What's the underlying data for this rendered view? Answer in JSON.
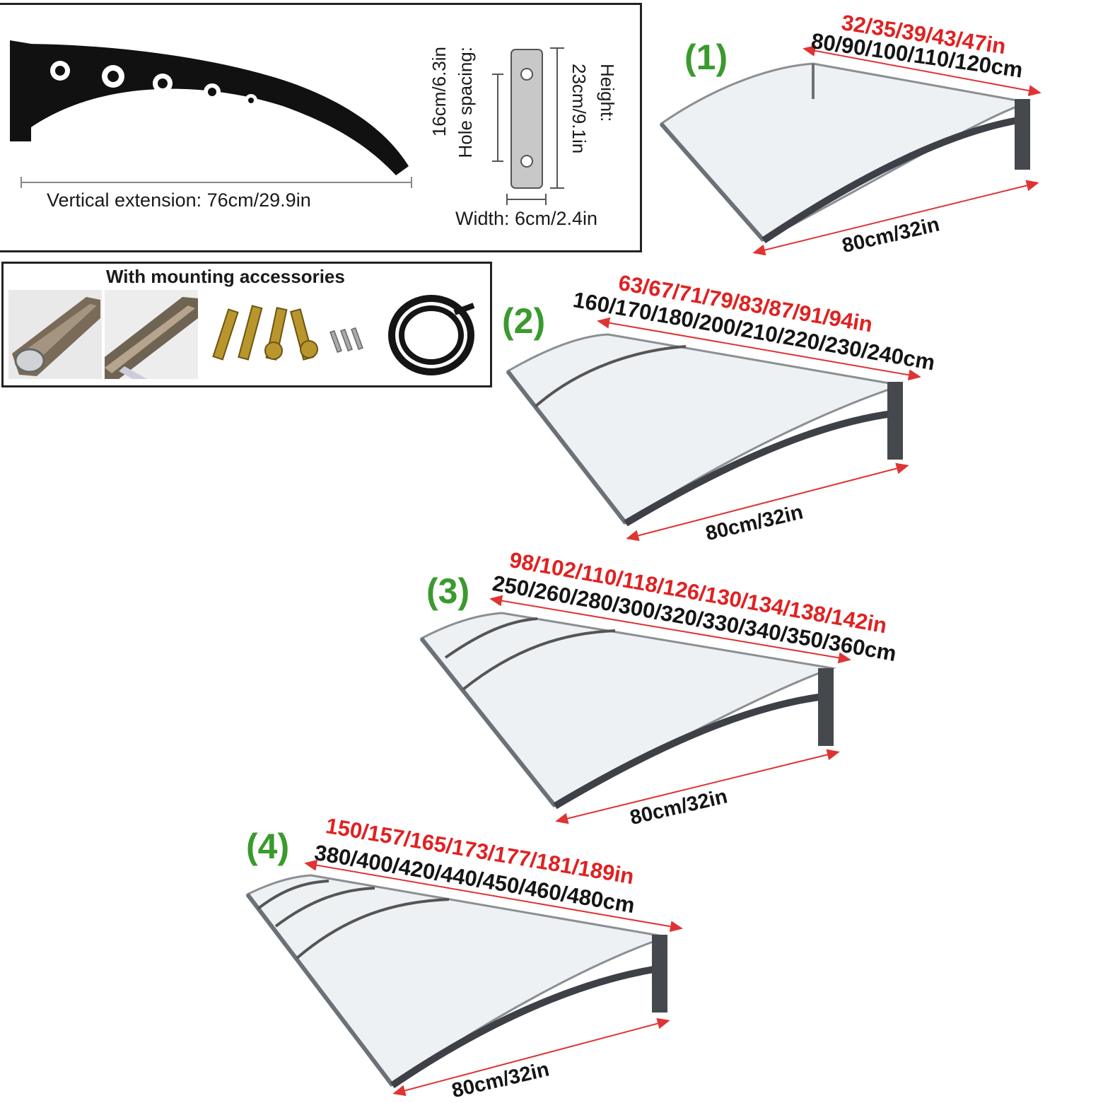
{
  "bracket_panel": {
    "vertical_extension": "Vertical extension: 76cm/29.9in",
    "hole_spacing": "Hole spacing:",
    "hole_spacing_value": "16cm/6.3in",
    "height": "Height:",
    "height_value": "23cm/9.1in",
    "width": "Width: 6cm/2.4in"
  },
  "accessories_panel": {
    "title": "With mounting accessories"
  },
  "models": [
    {
      "number": "(1)",
      "inches": "32/35/39/43/47in",
      "cm": "80/90/100/110/120cm",
      "depth": "80cm/32in"
    },
    {
      "number": "(2)",
      "inches": "63/67/71/79/83/87/91/94in",
      "cm": "160/170/180/200/210/220/230/240cm",
      "depth": "80cm/32in"
    },
    {
      "number": "(3)",
      "inches": "98/102/110/118/126/130/134/138/142in",
      "cm": "250/260/280/300/320/330/340/350/360cm",
      "depth": "80cm/32in"
    },
    {
      "number": "(4)",
      "inches": "150/157/165/173/177/181/189in",
      "cm": "380/400/420/440/450/460/480cm",
      "depth": "80cm/32in"
    }
  ],
  "colors": {
    "inch_text": "#e02121",
    "model_number": "#3a9a2e",
    "bracket": "#2b2b2b",
    "frame": "#555a60"
  }
}
